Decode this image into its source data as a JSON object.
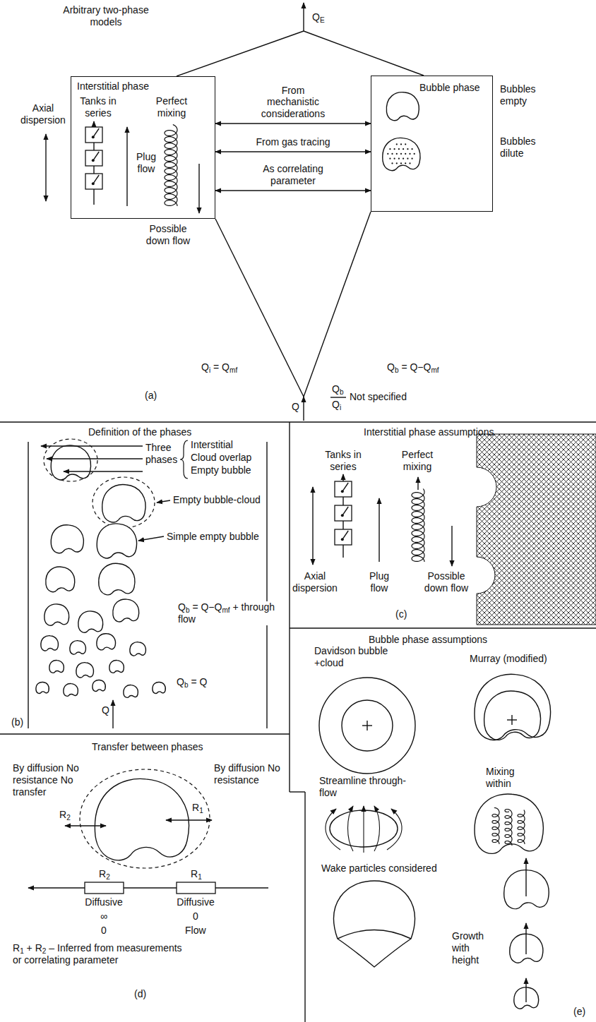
{
  "diagram": {
    "nodes": [
      {
        "text": [
          "Interstitial phase",
          "Tanks in series",
          "Plug flow",
          "Perfect mixing"
        ]
      },
      {
        "text": [
          "Bubble phase"
        ]
      }
    ],
    "edges": [
      {
        "from": 0,
        "to": 1,
        "arrow": "both",
        "label": "From mechanistic considerations"
      },
      {
        "from": 0,
        "to": 1,
        "arrow": "both",
        "label": "From gas tracing"
      },
      {
        "from": 0,
        "to": 1,
        "arrow": "both",
        "label": "As correlating parameter"
      }
    ],
    "labels": [
      "Arbitrary two-phase models",
      "QE",
      "Axial dispersion",
      "Possible down flow",
      "Bubbles empty",
      "Bubbles dilute",
      "Qi = Qmf",
      "Q",
      "Qb",
      "Qi",
      "Not specified",
      "Qb = Q−Qmf",
      "(a)",
      "Definition of the phases",
      "Three phases",
      "Interstitial",
      "Cloud overlap",
      "Empty bubble",
      "Empty bubble-cloud",
      "Simple empty bubble",
      "Qb = Q−Qmf + through flow",
      "Qb = Q",
      "Q",
      "(b)",
      "Interstitial phase assumptions",
      "Tanks in series",
      "Perfect mixing",
      "Axial dispersion",
      "Plug flow",
      "Possible down flow",
      "(c)",
      "Transfer between phases",
      "By diffusion No resistance No transfer",
      "By diffusion No resistance",
      "R2",
      "R1",
      "R2",
      "R1",
      "Diffusive",
      "Diffusive",
      "∞",
      "0",
      "0",
      "Flow",
      "R1 + R2 – Inferred from measurements or correlating parameter",
      "(d)",
      "Bubble phase assumptions",
      "Davidson bubble +cloud",
      "Murray (modified)",
      "Streamline through-flow",
      "Mixing within",
      "Wake particles considered",
      "Growth with height",
      "(e)"
    ]
  }
}
